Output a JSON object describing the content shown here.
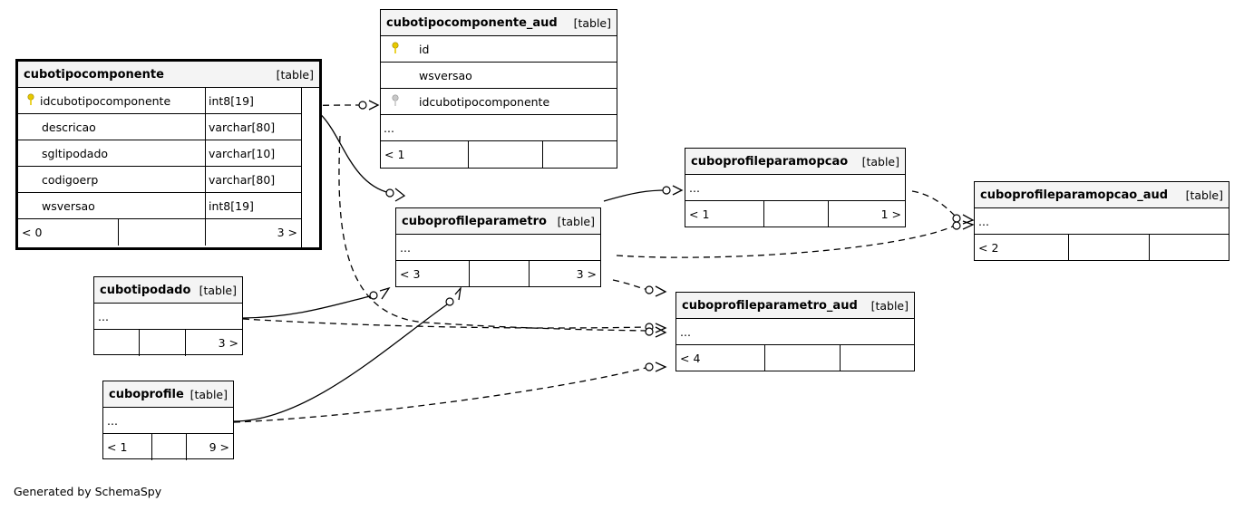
{
  "tables": {
    "cubotipocomponente": {
      "name": "cubotipocomponente",
      "kind": "[table]",
      "columns": [
        {
          "name": "idcubotipocomponente",
          "type": "int8[19]"
        },
        {
          "name": "descricao",
          "type": "varchar[80]"
        },
        {
          "name": "sgltipodado",
          "type": "varchar[10]"
        },
        {
          "name": "codigoerp",
          "type": "varchar[80]"
        },
        {
          "name": "wsversao",
          "type": "int8[19]"
        }
      ],
      "footer": {
        "left": "< 0",
        "mid": "",
        "right": "3 >"
      }
    },
    "cubotipocomponente_aud": {
      "name": "cubotipocomponente_aud",
      "kind": "[table]",
      "columns": [
        {
          "name": "id"
        },
        {
          "name": "wsversao"
        },
        {
          "name": "idcubotipocomponente"
        }
      ],
      "ellipsis": "...",
      "footer": {
        "left": "< 1",
        "mid": "",
        "right": ""
      }
    },
    "cuboprofileparametro": {
      "name": "cuboprofileparametro",
      "kind": "[table]",
      "ellipsis": "...",
      "footer": {
        "left": "< 3",
        "mid": "",
        "right": "3 >"
      }
    },
    "cuboprofileparamopcao": {
      "name": "cuboprofileparamopcao",
      "kind": "[table]",
      "ellipsis": "...",
      "footer": {
        "left": "< 1",
        "mid": "",
        "right": "1 >"
      }
    },
    "cuboprofileparamopcao_aud": {
      "name": "cuboprofileparamopcao_aud",
      "kind": "[table]",
      "ellipsis": "...",
      "footer": {
        "left": "< 2",
        "mid": "",
        "right": ""
      }
    },
    "cubotipodado": {
      "name": "cubotipodado",
      "kind": "[table]",
      "ellipsis": "...",
      "footer": {
        "left": "",
        "mid": "",
        "right": "3 >"
      }
    },
    "cuboprofileparametro_aud": {
      "name": "cuboprofileparametro_aud",
      "kind": "[table]",
      "ellipsis": "...",
      "footer": {
        "left": "< 4",
        "mid": "",
        "right": ""
      }
    },
    "cuboprofile": {
      "name": "cuboprofile",
      "kind": "[table]",
      "ellipsis": "...",
      "footer": {
        "left": "< 1",
        "mid": "",
        "right": "9 >"
      }
    }
  },
  "colors": {
    "primary_key": "#e6c800",
    "foreign_key": "#b0b0b0",
    "header_bg": "#f4f4f4"
  },
  "footer_text": "Generated by SchemaSpy"
}
